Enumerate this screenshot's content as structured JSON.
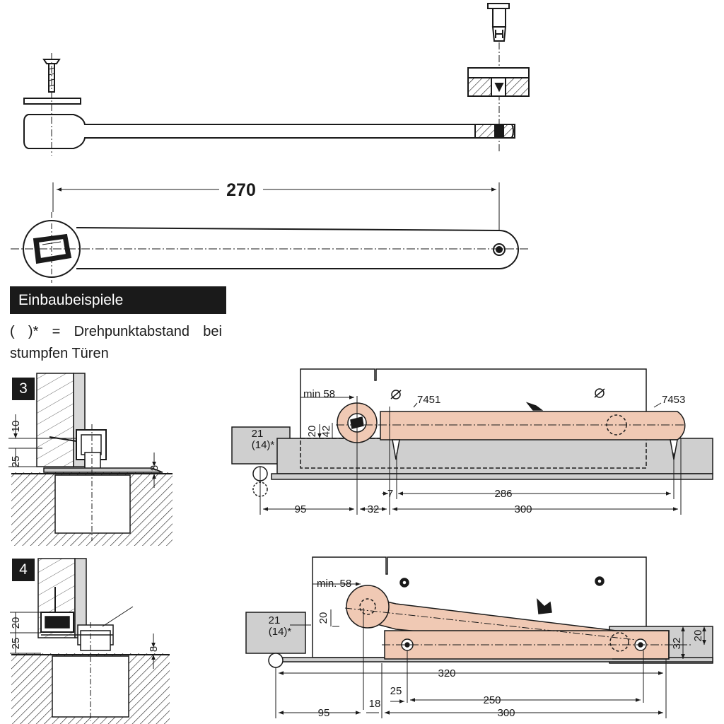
{
  "section_title": "Einbaubeispiele",
  "note_line1": "( )* = Drehpunktabstand bei",
  "note_line2": "stumpfen Türen",
  "fig3_label": "3",
  "fig4_label": "4",
  "top_dim_270": "270",
  "fig3": {
    "side_dim_10": "10",
    "side_dim_25": "25",
    "side_dim_8": "8",
    "min_58": "min 58",
    "dim_21": "21",
    "dim_14": "(14)*",
    "dim_20": "20",
    "dim_42": "42",
    "ref_7451": "7451",
    "ref_7453": "7453",
    "dim_7": "7",
    "dim_286": "286",
    "dim_95": "95",
    "dim_32": "32",
    "dim_300": "300"
  },
  "fig4": {
    "side_dim_20": "20",
    "side_dim_25": "25",
    "side_dim_8": "8",
    "min_58": "min. 58",
    "dim_21": "21",
    "dim_14": "(14)*",
    "dim_20": "20",
    "dim_32": "32",
    "dim_20r": "20",
    "dim_320": "320",
    "dim_25": "25",
    "dim_250": "250",
    "dim_95": "95",
    "dim_18": "18",
    "dim_300": "300"
  },
  "colors": {
    "arm": "#f0c9b4",
    "gray": "#cfcfcf",
    "ink": "#1a1a1a",
    "bar": "#1a1a1a"
  }
}
